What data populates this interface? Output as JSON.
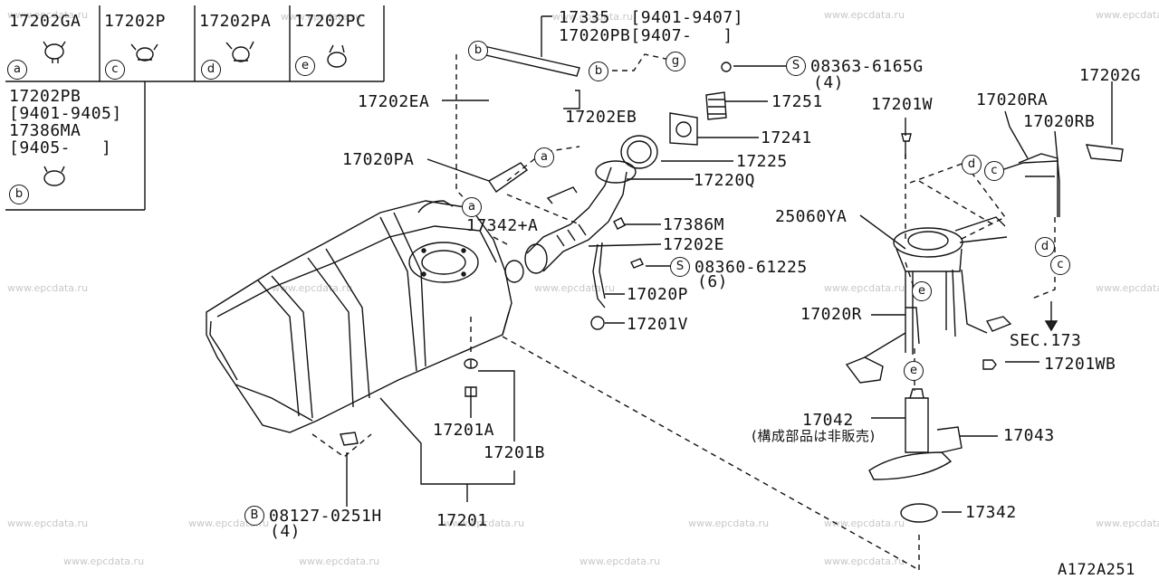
{
  "diagram_code": "A172A251",
  "watermark": "www.epcdata.ru",
  "legend": {
    "a_code": "17202GA",
    "c_code": "17202P",
    "d_code": "17202PA",
    "e_code": "17202PC",
    "b_code1": "17202PB",
    "b_date1": "[9401-9405]",
    "b_code2": "17386MA",
    "b_date2": "[9405-   ]",
    "mark_a": "a",
    "mark_b": "b",
    "mark_c": "c",
    "mark_d": "d",
    "mark_e": "e"
  },
  "callouts": {
    "l17335": "17335  [9401-9407]",
    "l17020pb": "17020PB[9407-   ]",
    "l17202ea": "17202EA",
    "l17202eb": "17202EB",
    "l08363": "08363-6165G",
    "l08363_qty": "(4)",
    "l17251": "17251",
    "l17241": "17241",
    "l17225": "17225",
    "l17020pa": "17020PA",
    "l17220q": "17220Q",
    "l17342a": "17342+A",
    "l17386m": "17386M",
    "l17202e": "17202E",
    "l08360": "08360-61225",
    "l08360_qty": "(6)",
    "l17020p": "17020P",
    "l17201v": "17201V",
    "l17201a": "17201A",
    "l17201b": "17201B",
    "l17201": "17201",
    "l08127": "08127-0251H",
    "l08127_qty": "(4)",
    "l17201w": "17201W",
    "l17020ra": "17020RA",
    "l17020rb": "17020RB",
    "l17202g": "17202G",
    "l25060ya": "25060YA",
    "l17020r": "17020R",
    "lsec173": "SEC.173",
    "l17201wb": "17201WB",
    "l17042": "17042",
    "l17042_note": "(構成部品は非販売)",
    "l17043": "17043",
    "l17342": "17342",
    "sym_s": "S",
    "sym_b": "B",
    "mark_a": "a",
    "mark_b": "b",
    "mark_c": "c",
    "mark_d": "d",
    "mark_e": "e",
    "mark_g": "g"
  }
}
